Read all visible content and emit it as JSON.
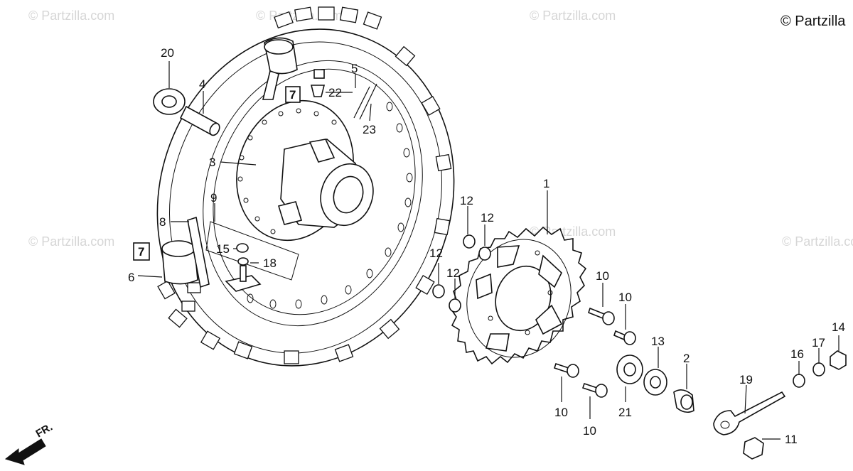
{
  "copyright": "© Partzilla",
  "watermark": "© Partzilla.com",
  "front_label": "FR.",
  "callouts": [
    {
      "id": "c1",
      "text": "1"
    },
    {
      "id": "c2",
      "text": "2"
    },
    {
      "id": "c3",
      "text": "3"
    },
    {
      "id": "c4",
      "text": "4"
    },
    {
      "id": "c5",
      "text": "5"
    },
    {
      "id": "c6",
      "text": "6"
    },
    {
      "id": "c8",
      "text": "8"
    },
    {
      "id": "c9",
      "text": "9"
    },
    {
      "id": "c10a",
      "text": "10"
    },
    {
      "id": "c10b",
      "text": "10"
    },
    {
      "id": "c10c",
      "text": "10"
    },
    {
      "id": "c10d",
      "text": "10"
    },
    {
      "id": "c11",
      "text": "11"
    },
    {
      "id": "c12a",
      "text": "12"
    },
    {
      "id": "c12b",
      "text": "12"
    },
    {
      "id": "c12c",
      "text": "12"
    },
    {
      "id": "c12d",
      "text": "12"
    },
    {
      "id": "c13",
      "text": "13"
    },
    {
      "id": "c14",
      "text": "14"
    },
    {
      "id": "c15",
      "text": "15"
    },
    {
      "id": "c16",
      "text": "16"
    },
    {
      "id": "c17",
      "text": "17"
    },
    {
      "id": "c18",
      "text": "18"
    },
    {
      "id": "c19",
      "text": "19"
    },
    {
      "id": "c20",
      "text": "20"
    },
    {
      "id": "c21",
      "text": "21"
    },
    {
      "id": "c22",
      "text": "22"
    },
    {
      "id": "c23",
      "text": "23"
    }
  ],
  "boxed_labels": [
    {
      "id": "b7a",
      "text": "7"
    },
    {
      "id": "b7b",
      "text": "7"
    }
  ]
}
